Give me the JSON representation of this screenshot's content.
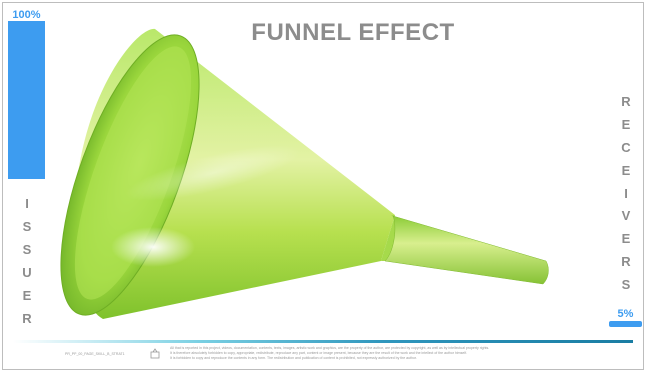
{
  "slide": {
    "title": "FUNNEL EFFECT",
    "issuer_pct": "100%",
    "receivers_pct": "5%",
    "issuer_letters": [
      "I",
      "S",
      "S",
      "U",
      "E",
      "R"
    ],
    "receivers_letters": [
      "R",
      "E",
      "C",
      "E",
      "I",
      "V",
      "E",
      "R",
      "S"
    ],
    "accent_color": "#3d9cf0",
    "funnel_color": "#9bd63c"
  },
  "footer": {
    "code": "PR_PP_00_PAGE_SKILL_B_STRAT1",
    "legal_lines": [
      "All that is reported in this project, videos, documentation, contents, texts, images, artistic work and graphics, are the property of the author, are protected by copyright, as well as by intellectual property rights.",
      "It is therefore absolutely forbidden to copy, appropriate, redistribute, reproduce any part, content or image present, because they are the result of the work and the intellect of the author himself.",
      "It is forbidden to copy and reproduce the contents in any form.    The redistribution and publication of content is prohibited, not expressly authorized by the author."
    ]
  }
}
